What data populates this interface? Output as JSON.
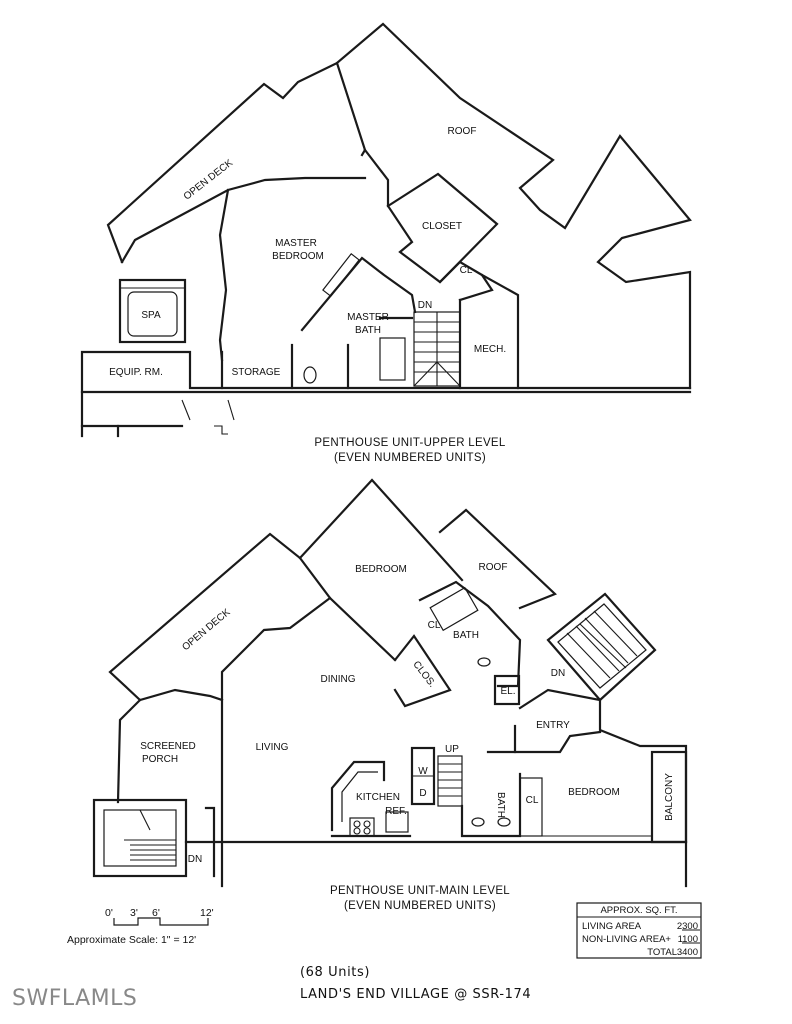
{
  "upper_level": {
    "rooms": {
      "open_deck": "OPEN DECK",
      "roof": "ROOF",
      "closet": "CLOSET",
      "master_bedroom_1": "MASTER",
      "master_bedroom_2": "BEDROOM",
      "cl": "CL",
      "spa": "SPA",
      "master_bath_1": "MASTER",
      "master_bath_2": "BATH",
      "dn": "DN",
      "mech": "MECH.",
      "equip_rm": "EQUIP. RM.",
      "storage": "STORAGE"
    },
    "caption_line1": "PENTHOUSE UNIT-UPPER LEVEL",
    "caption_line2": "(EVEN NUMBERED UNITS)"
  },
  "main_level": {
    "rooms": {
      "bedroom_top": "BEDROOM",
      "roof": "ROOF",
      "cl": "CL",
      "bath_top": "BATH",
      "open_deck": "OPEN DECK",
      "clos": "CLOS.",
      "dining": "DINING",
      "el": "EL.",
      "dn_stair_right": "DN",
      "entry": "ENTRY",
      "screened_porch_1": "SCREENED",
      "screened_porch_2": "PORCH",
      "living": "LIVING",
      "up": "UP",
      "w": "W",
      "d": "D",
      "kitchen": "KITCHEN",
      "ref": "REF.",
      "bath_bottom": "BATH",
      "cl_bottom": "CL",
      "bedroom_bottom": "BEDROOM",
      "balcony": "BALCONY",
      "dn_stair_left": "DN"
    },
    "caption_line1": "PENTHOUSE UNIT-MAIN LEVEL",
    "caption_line2": "(EVEN NUMBERED UNITS)"
  },
  "scale": {
    "ticks": [
      "0'",
      "3'",
      "6'",
      "12'"
    ],
    "label": "Approximate Scale: 1\" = 12'"
  },
  "area_table": {
    "title": "APPROX. SQ. FT.",
    "rows": [
      {
        "label": "LIVING AREA",
        "value": "2300"
      },
      {
        "label": "NON-LIVING AREA+",
        "value": "1100"
      },
      {
        "label": "TOTAL",
        "value": "3400"
      }
    ]
  },
  "footer": {
    "units": "(68 Units)",
    "project": "LAND'S END VILLAGE @ SSR-174"
  },
  "watermark": "SWFLAMLS"
}
